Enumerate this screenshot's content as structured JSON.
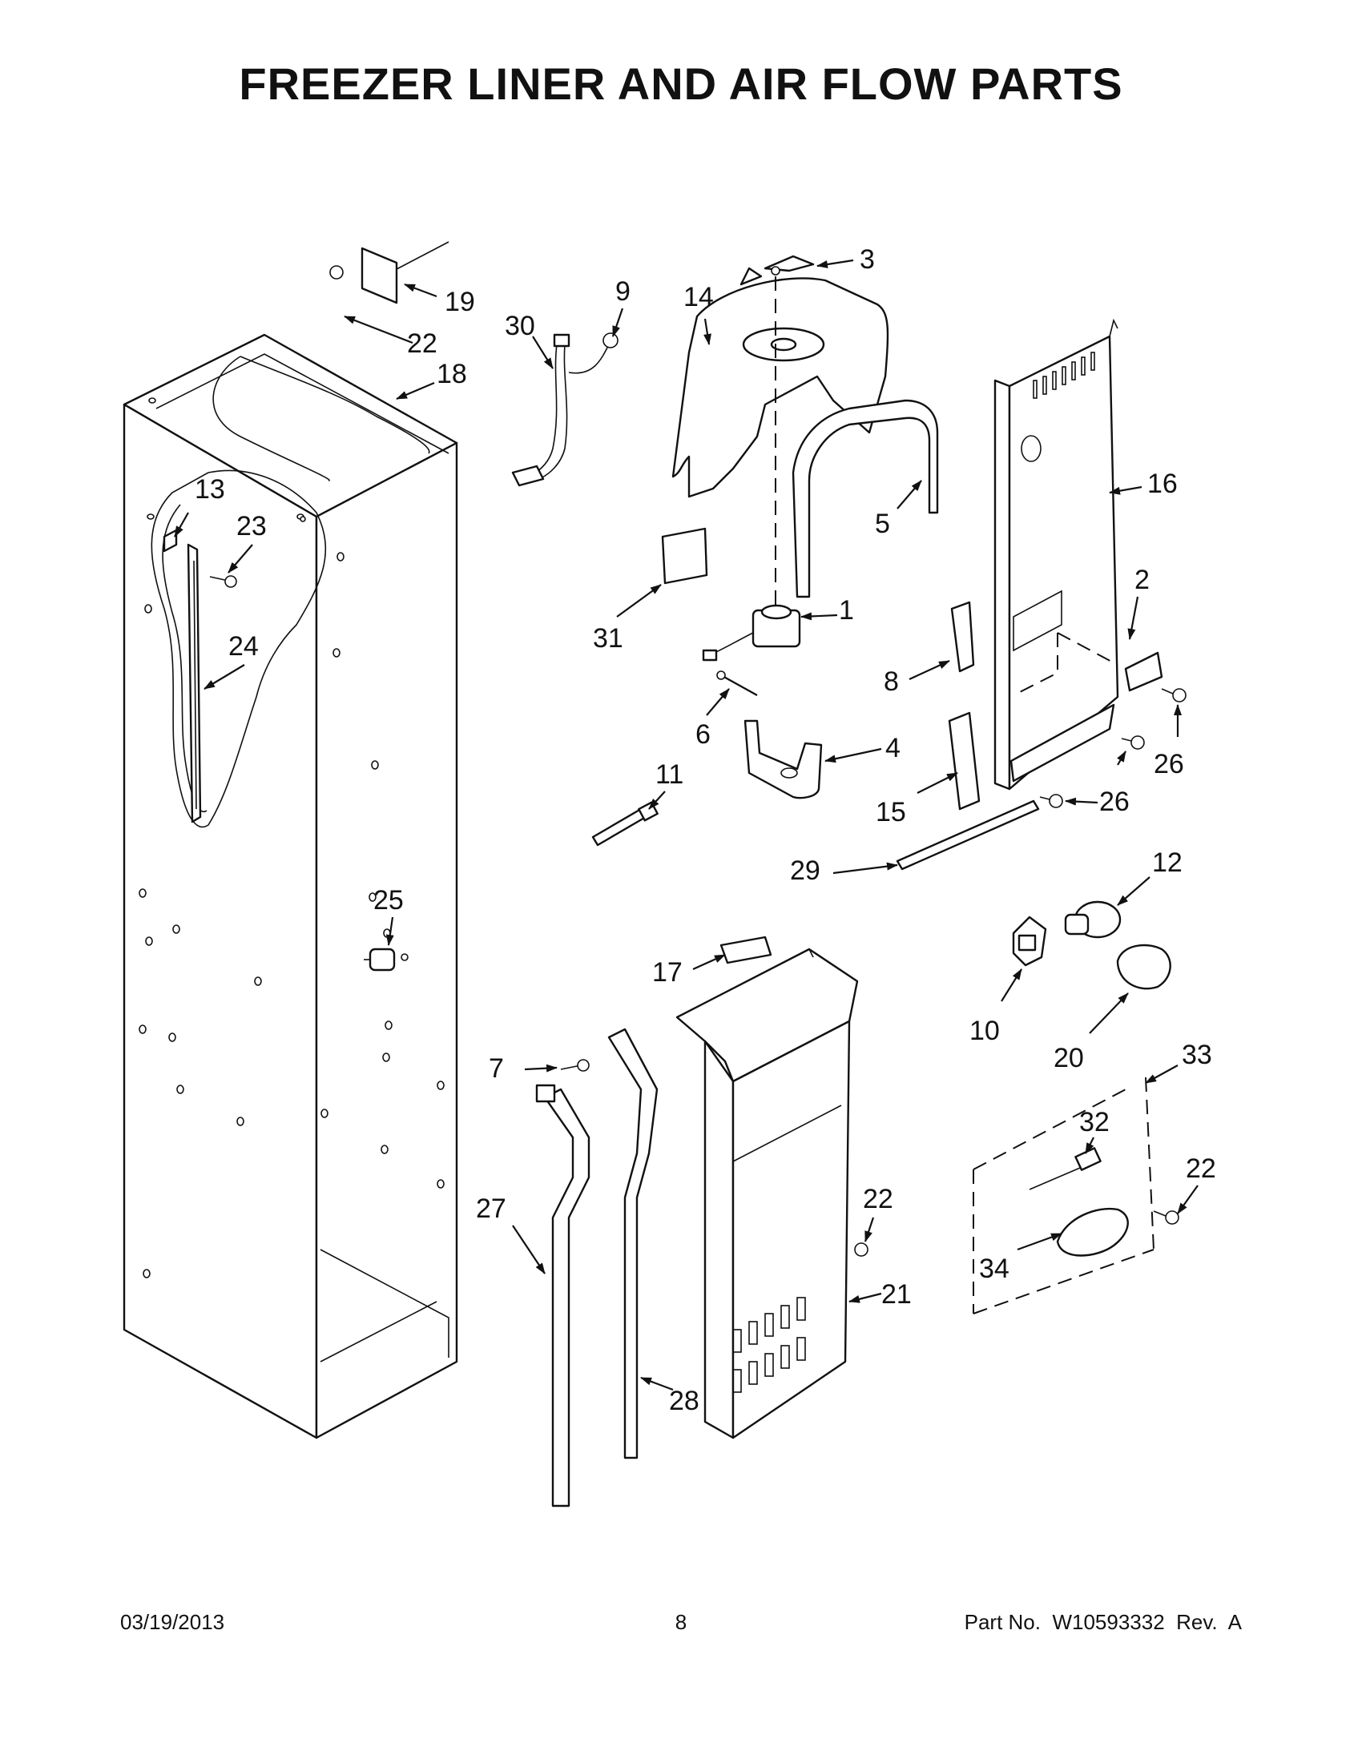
{
  "page": {
    "title": "FREEZER LINER AND AIR FLOW PARTS",
    "footer": {
      "date": "03/19/2013",
      "page_number": "8",
      "part_info": "Part No.  W10593332  Rev.  A"
    }
  },
  "callouts": [
    {
      "id": "c1",
      "label": "1"
    },
    {
      "id": "c2",
      "label": "2"
    },
    {
      "id": "c3",
      "label": "3"
    },
    {
      "id": "c4",
      "label": "4"
    },
    {
      "id": "c5",
      "label": "5"
    },
    {
      "id": "c6",
      "label": "6"
    },
    {
      "id": "c7",
      "label": "7"
    },
    {
      "id": "c8",
      "label": "8"
    },
    {
      "id": "c9",
      "label": "9"
    },
    {
      "id": "c10",
      "label": "10"
    },
    {
      "id": "c11",
      "label": "11"
    },
    {
      "id": "c12",
      "label": "12"
    },
    {
      "id": "c13",
      "label": "13"
    },
    {
      "id": "c14",
      "label": "14"
    },
    {
      "id": "c15",
      "label": "15"
    },
    {
      "id": "c16",
      "label": "16"
    },
    {
      "id": "c17",
      "label": "17"
    },
    {
      "id": "c18",
      "label": "18"
    },
    {
      "id": "c19",
      "label": "19"
    },
    {
      "id": "c20",
      "label": "20"
    },
    {
      "id": "c21",
      "label": "21"
    },
    {
      "id": "c22a",
      "label": "22"
    },
    {
      "id": "c22b",
      "label": "22"
    },
    {
      "id": "c22c",
      "label": "22"
    },
    {
      "id": "c23",
      "label": "23"
    },
    {
      "id": "c24",
      "label": "24"
    },
    {
      "id": "c25",
      "label": "25"
    },
    {
      "id": "c26a",
      "label": "26"
    },
    {
      "id": "c26b",
      "label": "26"
    },
    {
      "id": "c27",
      "label": "27"
    },
    {
      "id": "c28",
      "label": "28"
    },
    {
      "id": "c29",
      "label": "29"
    },
    {
      "id": "c30",
      "label": "30"
    },
    {
      "id": "c31",
      "label": "31"
    },
    {
      "id": "c32",
      "label": "32"
    },
    {
      "id": "c33",
      "label": "33"
    },
    {
      "id": "c34",
      "label": "34"
    }
  ]
}
